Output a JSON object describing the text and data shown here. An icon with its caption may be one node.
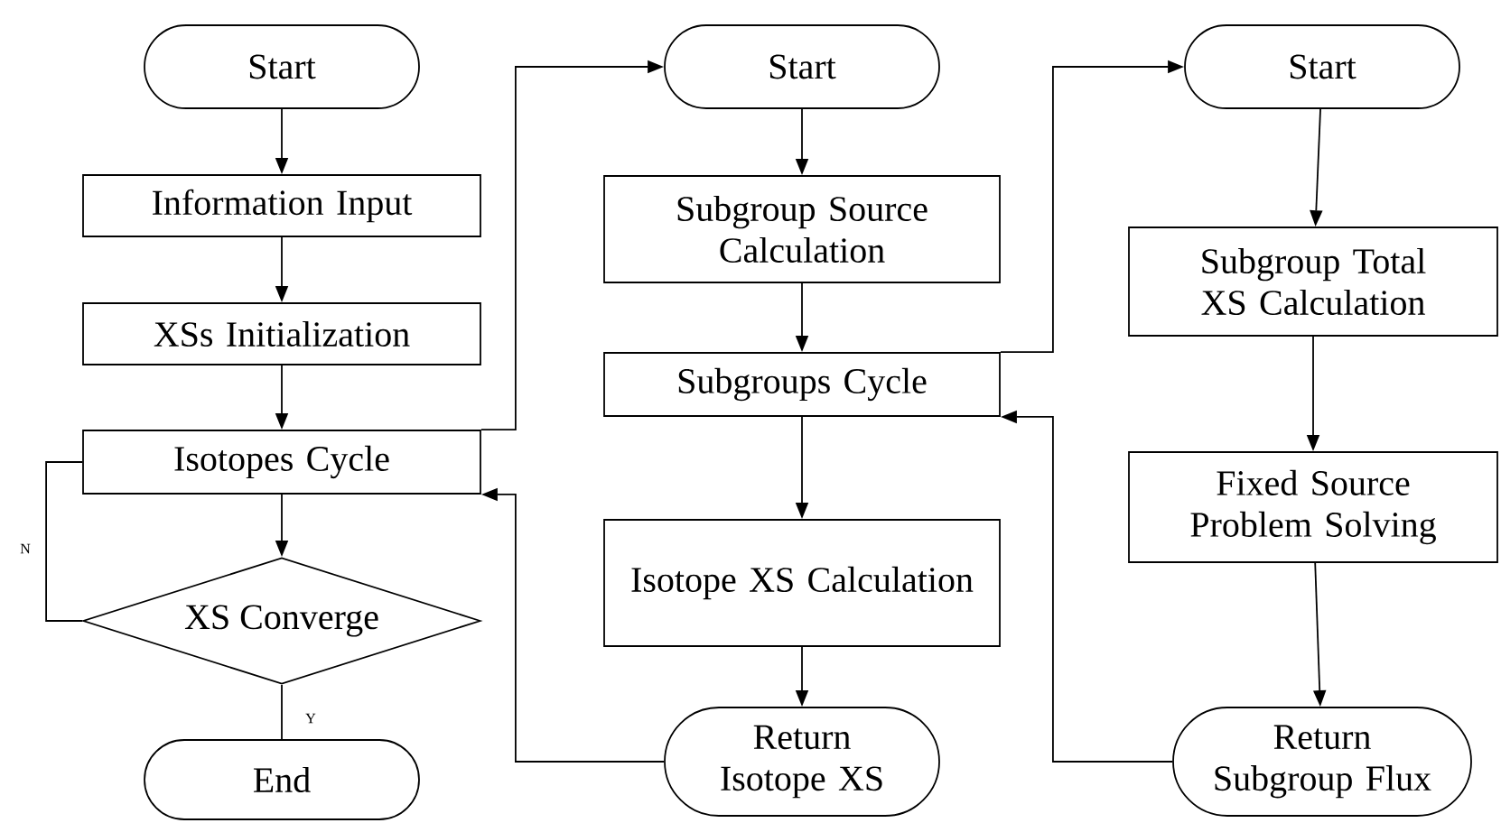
{
  "diagram": {
    "nodes": [
      {
        "text": [
          "Start"
        ]
      },
      {
        "text": [
          "Information Input"
        ]
      },
      {
        "text": [
          "XSs Initialization"
        ]
      },
      {
        "text": [
          "Isotopes Cycle"
        ]
      },
      {
        "text": [
          "XS Converge"
        ]
      },
      {
        "text": [
          "End"
        ]
      },
      {
        "text": [
          "Start"
        ]
      },
      {
        "text": [
          "Subgroup Source Calculation"
        ]
      },
      {
        "text": [
          "Subgroups Cycle"
        ]
      },
      {
        "text": [
          "Isotope XS Calculation"
        ]
      },
      {
        "text": [
          "Return Isotope XS"
        ]
      },
      {
        "text": [
          "Start"
        ]
      },
      {
        "text": [
          "Subgroup Total XS Calculation"
        ]
      },
      {
        "text": [
          "Fixed Source Problem Solving"
        ]
      },
      {
        "text": [
          "Return Subgroup Flux"
        ]
      }
    ],
    "edges": [
      {
        "from": 0,
        "to": 1,
        "arrow": "to"
      },
      {
        "from": 1,
        "to": 2,
        "arrow": "to"
      },
      {
        "from": 2,
        "to": 3,
        "arrow": "to"
      },
      {
        "from": 3,
        "to": 4,
        "arrow": "to"
      },
      {
        "from": 4,
        "to": 5,
        "arrow": "none",
        "label": "Y"
      },
      {
        "from": 4,
        "to": 3,
        "arrow": "none",
        "label": "N"
      },
      {
        "from": 3,
        "to": 6,
        "arrow": "to"
      },
      {
        "from": 10,
        "to": 3,
        "arrow": "to"
      },
      {
        "from": 6,
        "to": 7,
        "arrow": "to"
      },
      {
        "from": 7,
        "to": 8,
        "arrow": "to"
      },
      {
        "from": 8,
        "to": 9,
        "arrow": "to"
      },
      {
        "from": 9,
        "to": 10,
        "arrow": "to"
      },
      {
        "from": 8,
        "to": 11,
        "arrow": "to"
      },
      {
        "from": 14,
        "to": 8,
        "arrow": "to"
      },
      {
        "from": 11,
        "to": 12,
        "arrow": "to"
      },
      {
        "from": 12,
        "to": 13,
        "arrow": "to"
      },
      {
        "from": 13,
        "to": 14,
        "arrow": "to"
      }
    ]
  }
}
